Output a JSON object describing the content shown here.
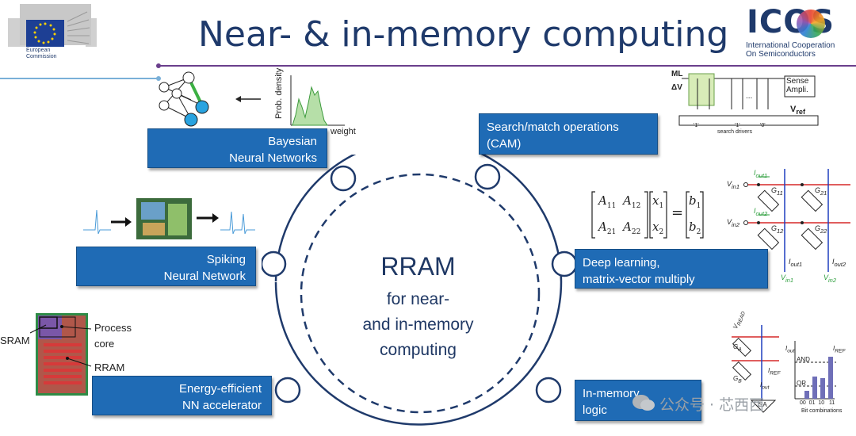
{
  "header": {
    "title": "Near- & in-memory computing",
    "eu_logo_text": [
      "European",
      "Commission"
    ],
    "icos_logo": "ICOS",
    "icos_subtitle": [
      "International Cooperation",
      "On Semiconductors"
    ]
  },
  "center": {
    "line1": "RRAM",
    "line2": "for near-",
    "line3": "and in-memory",
    "line4": "computing"
  },
  "boxes": {
    "bayesian": [
      "Bayesian",
      "Neural Networks"
    ],
    "cam": [
      "Search/match operations",
      "(CAM)"
    ],
    "spiking": [
      "Spiking",
      "Neural Network"
    ],
    "deep": [
      "Deep learning,",
      "matrix-vector multiply"
    ],
    "energy": [
      "Energy-efficient",
      "NN accelerator"
    ],
    "logic": [
      "In-memory",
      "logic"
    ]
  },
  "figures": {
    "bayes_plot": {
      "ylabel": "Prob. density",
      "xlabel": "weight"
    },
    "cam": {
      "ml": "ML",
      "dv": "ΔV",
      "sense": [
        "Sense",
        "Ampli."
      ],
      "vref": "V",
      "vref_sub": "ref",
      "dots": "...",
      "drivers": "search drivers",
      "bits": [
        "'1'",
        "'1'",
        "'0'"
      ]
    },
    "chip": {
      "sram": "SRAM",
      "process": [
        "Process",
        "core"
      ],
      "rram": "RRAM"
    },
    "matrix": {
      "a11": "A",
      "a11s": "11",
      "a12": "A",
      "a12s": "12",
      "a21": "A",
      "a21s": "21",
      "a22": "A",
      "a22s": "22",
      "x1": "x",
      "x1s": "1",
      "x2": "x",
      "x2s": "2",
      "b1": "b",
      "b1s": "1",
      "b2": "b",
      "b2s": "2",
      "eq": "="
    },
    "crossbar": {
      "vin1": "V",
      "vin1s": "in1",
      "vin2": "V",
      "vin2s": "in2",
      "iout1": "I",
      "iout1s": "out1",
      "iout2": "I",
      "iout2s": "out2",
      "g11": "G",
      "g11s": "11",
      "g21": "G",
      "g21s": "21",
      "g12": "G",
      "g12s": "12",
      "g22": "G",
      "g22s": "22",
      "iout1b": "I",
      "iout1bs": "out1",
      "iout2b": "I",
      "iout2bs": "out2",
      "vin1b": "V",
      "vin1bs": "in1",
      "vin2b": "V",
      "vin2bs": "in2"
    },
    "logic": {
      "vread": "V",
      "vreads": "READ",
      "ga": "G",
      "gas": "A",
      "gb": "G",
      "gbs": "B",
      "iref": "I",
      "irefs": "REF",
      "iout": "I",
      "iouts": "out",
      "sa": "SA",
      "iout_axis": "I",
      "iout_axis_s": "out",
      "iref2": "I",
      "iref2s": "REF",
      "and": "AND",
      "or": "OR",
      "ticks": "00  01  10   11",
      "xlabel": "Bit combinations"
    }
  },
  "watermark": "公众号 · 芯西西"
}
